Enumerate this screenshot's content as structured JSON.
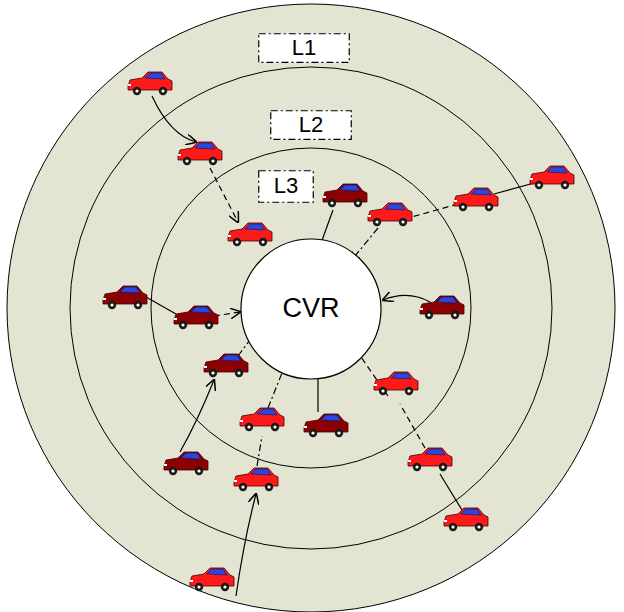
{
  "diagram": {
    "nodes": [
      {
        "text": [
          "L1"
        ]
      },
      {
        "text": [
          "L2"
        ]
      },
      {
        "text": [
          "L3"
        ]
      },
      {
        "text": [
          "CVR"
        ]
      }
    ]
  }
}
